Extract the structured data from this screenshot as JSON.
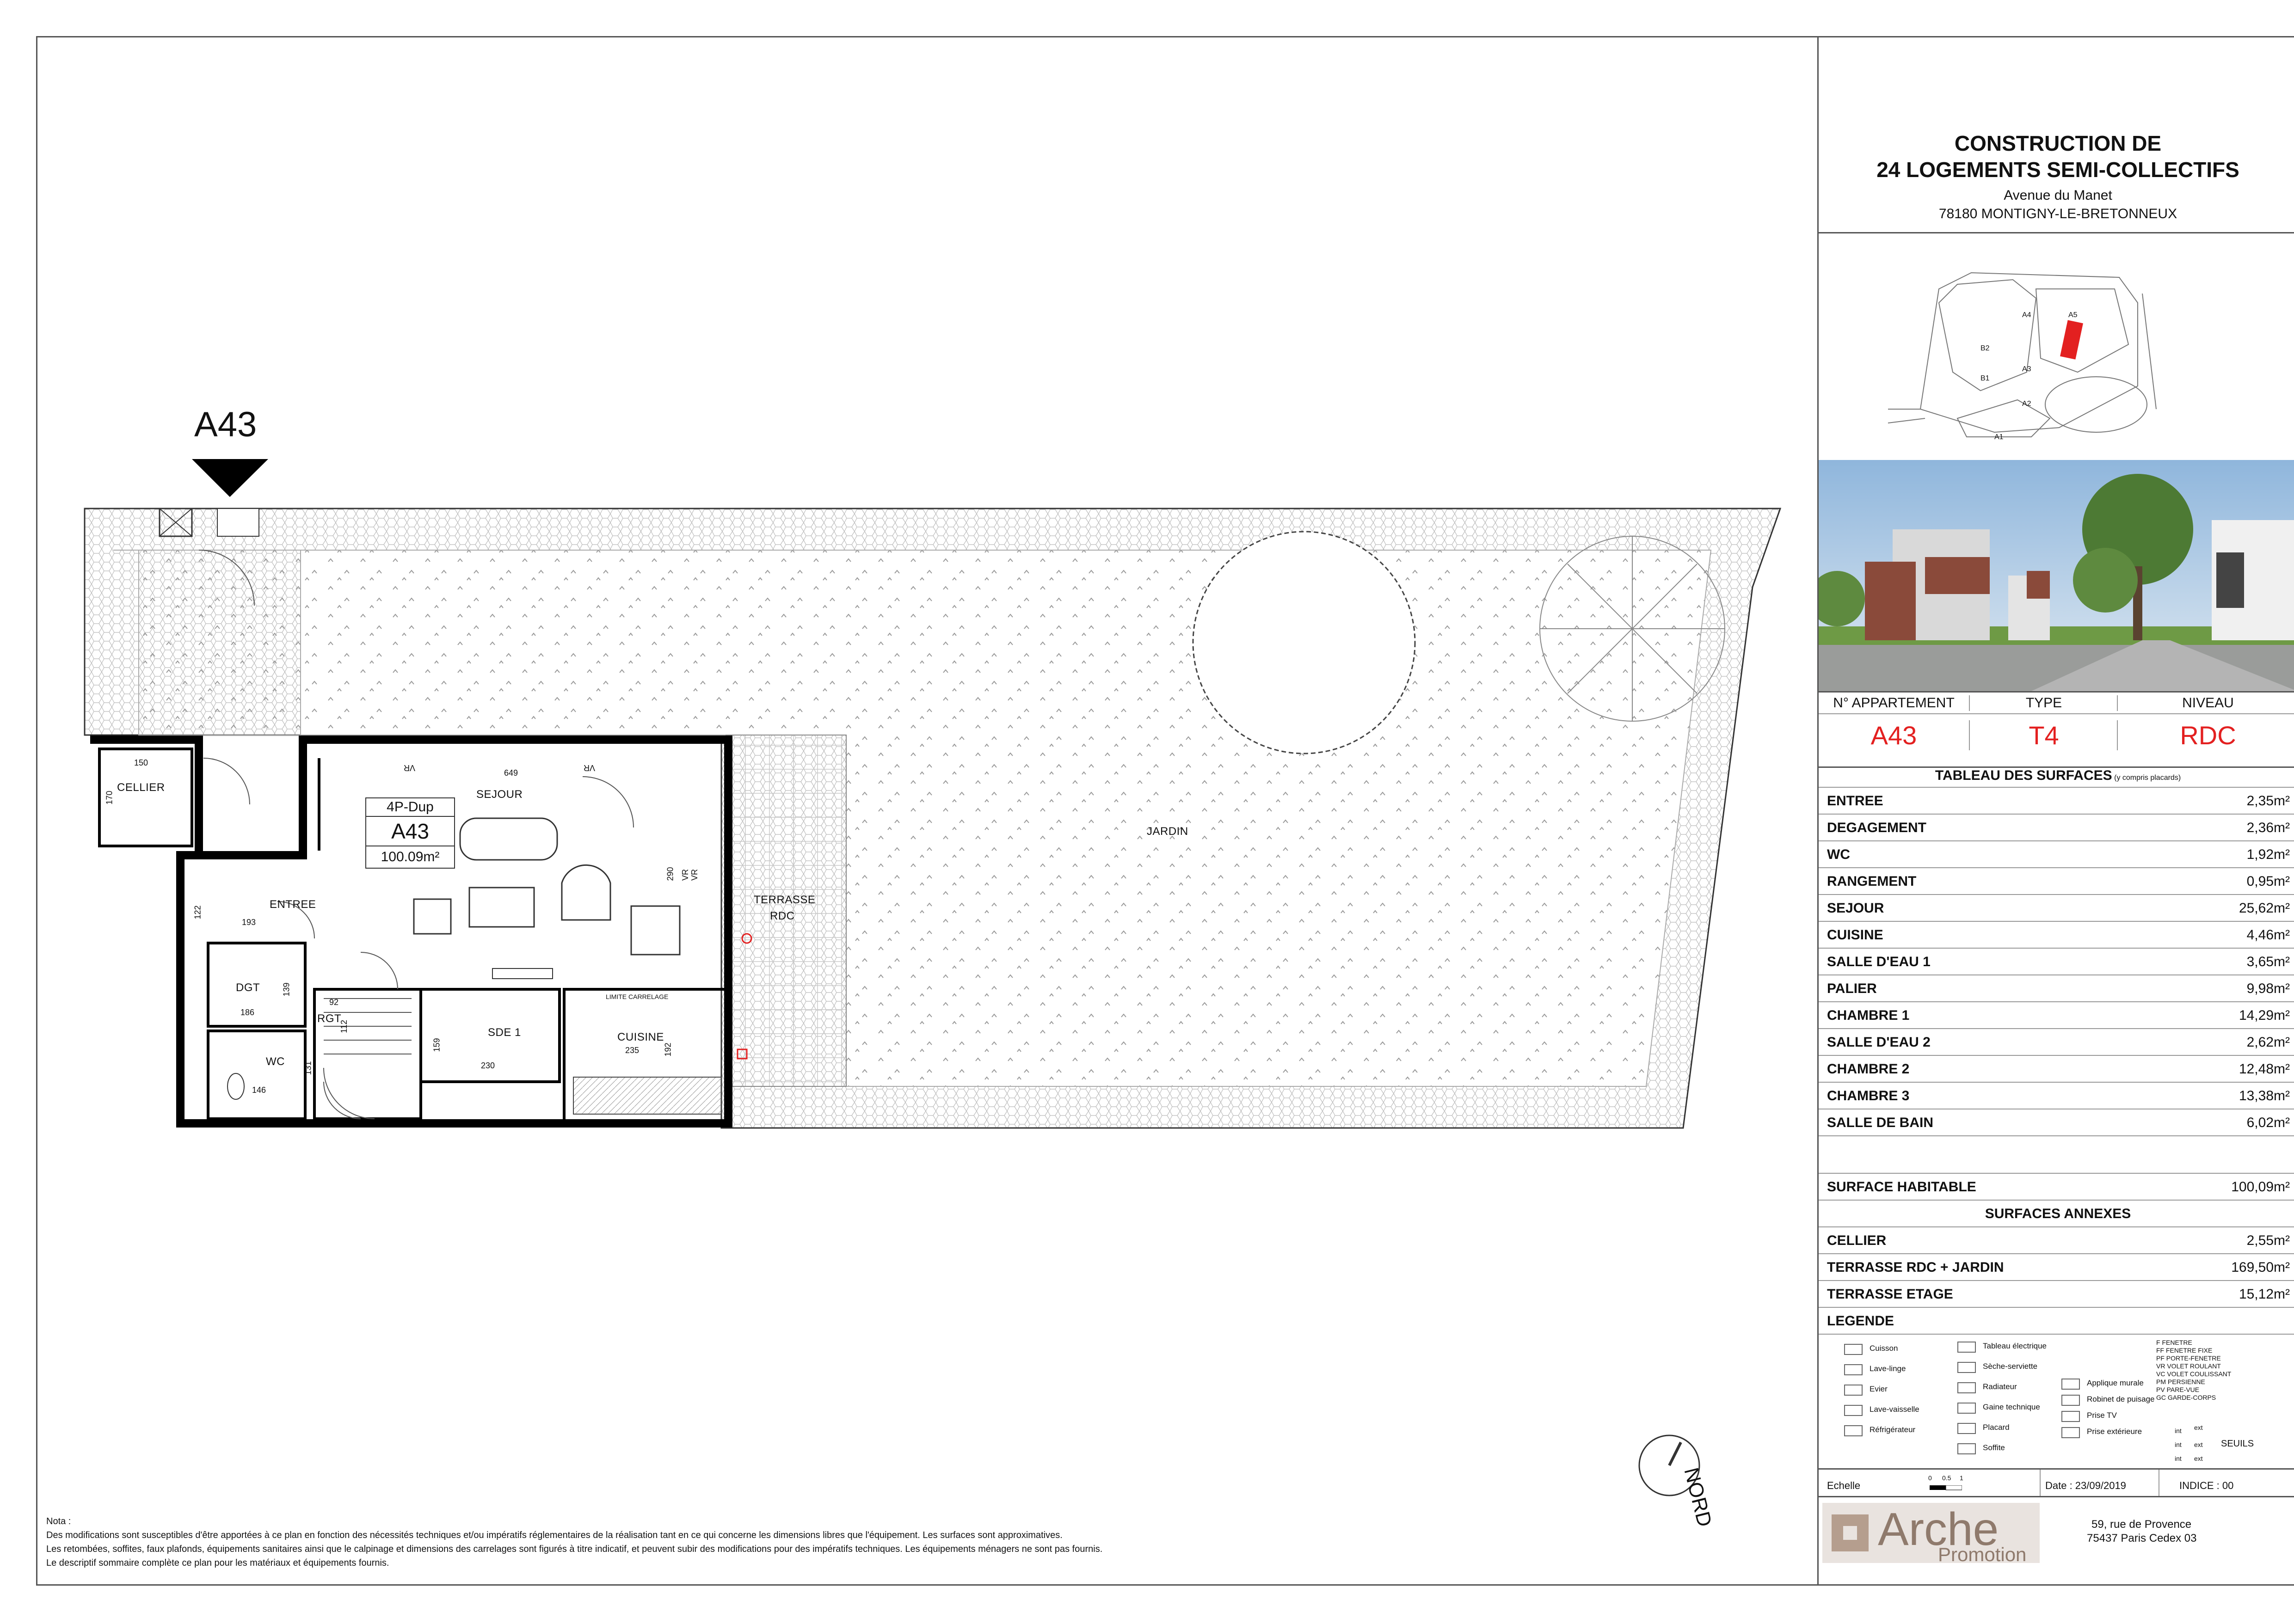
{
  "apartment_marker": "A43",
  "plan": {
    "rooms": {
      "cellier": "CELLIER",
      "sejour": "SEJOUR",
      "entree": "ENTREE",
      "dgt": "DGT",
      "rgt": "RGT",
      "wc": "WC",
      "sde1": "SDE 1",
      "cuisine": "CUISINE",
      "jardin": "JARDIN",
      "terrasse_line1": "TERRASSE",
      "terrasse_line2": "RDC"
    },
    "unit_box": {
      "type": "4P-Dup",
      "id": "A43",
      "area": "100.09m²"
    },
    "dims": [
      "150",
      "170",
      "649",
      "290",
      "122",
      "193",
      "139",
      "186",
      "92",
      "112",
      "159",
      "230",
      "235",
      "192",
      "131",
      "146"
    ],
    "vr_labels": [
      "VR",
      "VR",
      "VR",
      "VR"
    ],
    "limit_label": "LIMITE CARRELAGE"
  },
  "compass": {
    "label": "NORD"
  },
  "notes": {
    "title": "Nota :",
    "lines": [
      "Des modifications sont susceptibles d'être apportées à ce plan en fonction des nécessités techniques et/ou impératifs réglementaires de la réalisation tant en ce qui concerne les dimensions libres que l'équipement. Les surfaces sont approximatives.",
      "Les retombées, soffites, faux plafonds, équipements sanitaires ainsi que le calpinage et dimensions des carrelages sont figurés à titre indicatif, et peuvent subir des modifications pour des impératifs techniques. Les équipements ménagers ne sont pas fournis.",
      "Le descriptif sommaire complète ce plan pour les matériaux et équipements fournis."
    ]
  },
  "cartouche": {
    "title1": "CONSTRUCTION DE",
    "title2": "24 LOGEMENTS SEMI-COLLECTIFS",
    "address1": "Avenue du Manet",
    "address2": "78180 MONTIGNY-LE-BRETONNEUX",
    "site_labels": [
      "A4",
      "A5",
      "B2",
      "B1",
      "A3",
      "A2",
      "A1"
    ],
    "headers": {
      "apt": "N° APPARTEMENT",
      "type": "TYPE",
      "level": "NIVEAU"
    },
    "values": {
      "apt": "A43",
      "type": "T4",
      "level": "RDC"
    },
    "surfaces_title": "TABLEAU DES SURFACES",
    "surfaces_note": "(y compris placards)",
    "surfaces": [
      {
        "k": "ENTREE",
        "v": "2,35m²"
      },
      {
        "k": "DEGAGEMENT",
        "v": "2,36m²"
      },
      {
        "k": "WC",
        "v": "1,92m²"
      },
      {
        "k": "RANGEMENT",
        "v": "0,95m²"
      },
      {
        "k": "SEJOUR",
        "v": "25,62m²"
      },
      {
        "k": "CUISINE",
        "v": "4,46m²"
      },
      {
        "k": "SALLE D'EAU 1",
        "v": "3,65m²"
      },
      {
        "k": "PALIER",
        "v": "9,98m²"
      },
      {
        "k": "CHAMBRE 1",
        "v": "14,29m²"
      },
      {
        "k": "SALLE D'EAU 2",
        "v": "2,62m²"
      },
      {
        "k": "CHAMBRE 2",
        "v": "12,48m²"
      },
      {
        "k": "CHAMBRE 3",
        "v": "13,38m²"
      },
      {
        "k": "SALLE DE BAIN",
        "v": "6,02m²"
      }
    ],
    "habitable": {
      "k": "SURFACE HABITABLE",
      "v": "100,09m²"
    },
    "annex_title": "SURFACES ANNEXES",
    "annexes": [
      {
        "k": "CELLIER",
        "v": "2,55m²"
      },
      {
        "k": "TERRASSE RDC + JARDIN",
        "v": "169,50m²"
      },
      {
        "k": "TERRASSE ETAGE",
        "v": "15,12m²"
      }
    ],
    "legend_title": "LEGENDE",
    "legend_col1": [
      "Cuisson",
      "Lave-linge",
      "Evier",
      "Lave-vaisselle",
      "Réfrigérateur"
    ],
    "legend_col2": [
      "Tableau électrique",
      "Sèche-serviette",
      "Radiateur",
      "Gaine technique",
      "Placard",
      "Soffite"
    ],
    "legend_col3": [
      "Applique murale",
      "Robinet de puisage",
      "Prise TV",
      "Prise extérieure"
    ],
    "legend_int_ext": [
      "int",
      "ext",
      "int",
      "ext",
      "int",
      "ext"
    ],
    "seuils": "SEUILS",
    "abbrev": [
      "F    FENETRE",
      "FF   FENETRE FIXE",
      "PF   PORTE-FENETRE",
      "VR   VOLET ROULANT",
      "VC   VOLET COULISSANT",
      "PM   PERSIENNE",
      "PV   PARE-VUE",
      "GC   GARDE-CORPS"
    ],
    "echelle": "Echelle",
    "scale_ticks": [
      "0",
      "0.5",
      "1"
    ],
    "date": "Date : 23/09/2019",
    "indice": "INDICE : 00",
    "logo_word": "Arche",
    "logo_sub": "Promotion",
    "office1": "59, rue de Provence",
    "office2": "75437 Paris Cedex 03",
    "accent_red": "#e32020"
  }
}
